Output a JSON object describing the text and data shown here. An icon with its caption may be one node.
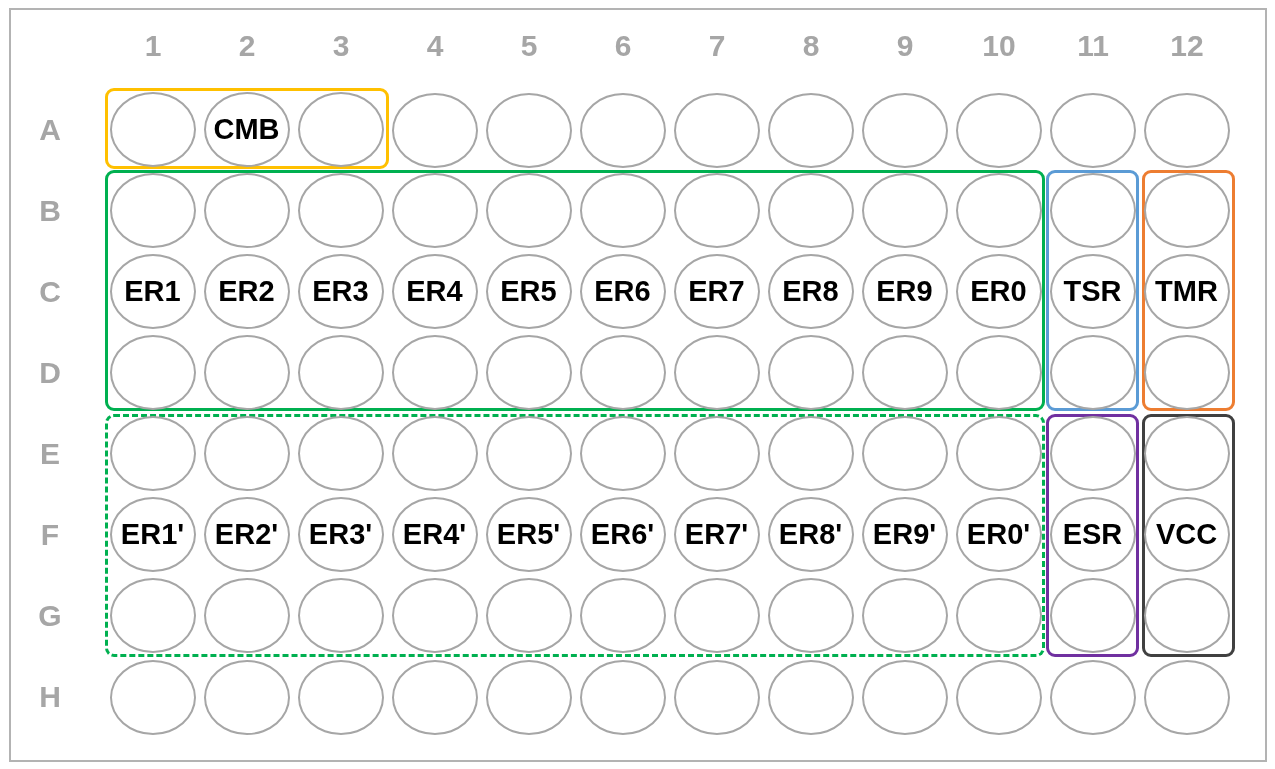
{
  "diagram": {
    "nodes": [
      {
        "text": [],
        "shape": "box"
      },
      {
        "text": [],
        "shape": "circle",
        "in": 0
      },
      {
        "text": [
          "CMB"
        ],
        "in": 0
      },
      {
        "text": [],
        "shape": "circle",
        "in": 0
      },
      {
        "text": [],
        "shape": "circle"
      },
      {
        "text": [],
        "shape": "circle"
      },
      {
        "text": [],
        "shape": "circle"
      },
      {
        "text": [],
        "shape": "circle"
      },
      {
        "text": [],
        "shape": "circle"
      },
      {
        "text": [],
        "shape": "circle"
      },
      {
        "text": [],
        "shape": "circle"
      },
      {
        "text": [],
        "shape": "circle"
      },
      {
        "text": [],
        "shape": "circle"
      },
      {
        "text": [],
        "shape": "box"
      },
      {
        "text": [],
        "shape": "box"
      },
      {
        "text": [],
        "shape": "box"
      },
      {
        "text": [],
        "shape": "circle",
        "in": 13
      },
      {
        "text": [],
        "shape": "circle",
        "in": 13
      },
      {
        "text": [],
        "shape": "circle",
        "in": 13
      },
      {
        "text": [],
        "shape": "circle",
        "in": 13
      },
      {
        "text": [],
        "shape": "circle",
        "in": 13
      },
      {
        "text": [],
        "shape": "circle",
        "in": 13
      },
      {
        "text": [],
        "shape": "circle",
        "in": 13
      },
      {
        "text": [],
        "shape": "circle",
        "in": 13
      },
      {
        "text": [],
        "shape": "circle",
        "in": 13
      },
      {
        "text": [],
        "shape": "circle",
        "in": 13
      },
      {
        "text": [],
        "shape": "circle",
        "in": 14
      },
      {
        "text": [],
        "shape": "circle",
        "in": 15
      },
      {
        "text": [
          "ER1"
        ],
        "in": 13
      },
      {
        "text": [
          "ER2"
        ],
        "in": 13
      },
      {
        "text": [
          "ER3"
        ],
        "in": 13
      },
      {
        "text": [
          "ER4"
        ],
        "in": 13
      },
      {
        "text": [
          "ER5"
        ],
        "in": 13
      },
      {
        "text": [
          "ER6"
        ],
        "in": 13
      },
      {
        "text": [
          "ER7"
        ],
        "in": 13
      },
      {
        "text": [
          "ER8"
        ],
        "in": 13
      },
      {
        "text": [
          "ER9"
        ],
        "in": 13
      },
      {
        "text": [
          "ER0"
        ],
        "in": 13
      },
      {
        "text": [
          "TSR"
        ],
        "in": 14
      },
      {
        "text": [
          "TMR"
        ],
        "in": 15
      },
      {
        "text": [],
        "shape": "circle",
        "in": 13
      },
      {
        "text": [],
        "shape": "circle",
        "in": 13
      },
      {
        "text": [],
        "shape": "circle",
        "in": 13
      },
      {
        "text": [],
        "shape": "circle",
        "in": 13
      },
      {
        "text": [],
        "shape": "circle",
        "in": 13
      },
      {
        "text": [],
        "shape": "circle",
        "in": 13
      },
      {
        "text": [],
        "shape": "circle",
        "in": 13
      },
      {
        "text": [],
        "shape": "circle",
        "in": 13
      },
      {
        "text": [],
        "shape": "circle",
        "in": 13
      },
      {
        "text": [],
        "shape": "circle",
        "in": 13
      },
      {
        "text": [],
        "shape": "circle",
        "in": 14
      },
      {
        "text": [],
        "shape": "circle",
        "in": 15
      },
      {
        "text": [],
        "shape": "box"
      },
      {
        "text": [],
        "shape": "box"
      },
      {
        "text": [],
        "shape": "box"
      },
      {
        "text": [],
        "shape": "circle",
        "in": 52
      },
      {
        "text": [],
        "shape": "circle",
        "in": 52
      },
      {
        "text": [],
        "shape": "circle",
        "in": 52
      },
      {
        "text": [],
        "shape": "circle",
        "in": 52
      },
      {
        "text": [],
        "shape": "circle",
        "in": 52
      },
      {
        "text": [],
        "shape": "circle",
        "in": 52
      },
      {
        "text": [],
        "shape": "circle",
        "in": 52
      },
      {
        "text": [],
        "shape": "circle",
        "in": 52
      },
      {
        "text": [],
        "shape": "circle",
        "in": 52
      },
      {
        "text": [],
        "shape": "circle",
        "in": 52
      },
      {
        "text": [],
        "shape": "circle",
        "in": 53
      },
      {
        "text": [],
        "shape": "circle",
        "in": 54
      },
      {
        "text": [
          "ER1'"
        ],
        "in": 52
      },
      {
        "text": [
          "ER2'"
        ],
        "in": 52
      },
      {
        "text": [
          "ER3'"
        ],
        "in": 52
      },
      {
        "text": [
          "ER4'"
        ],
        "in": 52
      },
      {
        "text": [
          "ER5'"
        ],
        "in": 52
      },
      {
        "text": [
          "ER6'"
        ],
        "in": 52
      },
      {
        "text": [
          "ER7'"
        ],
        "in": 52
      },
      {
        "text": [
          "ER8'"
        ],
        "in": 52
      },
      {
        "text": [
          "ER9'"
        ],
        "in": 52
      },
      {
        "text": [
          "ER0'"
        ],
        "in": 52
      },
      {
        "text": [
          "ESR"
        ],
        "in": 53
      },
      {
        "text": [
          "VCC"
        ],
        "in": 54
      },
      {
        "text": [],
        "shape": "circle",
        "in": 52
      },
      {
        "text": [],
        "shape": "circle",
        "in": 52
      },
      {
        "text": [],
        "shape": "circle",
        "in": 52
      },
      {
        "text": [],
        "shape": "circle",
        "in": 52
      },
      {
        "text": [],
        "shape": "circle",
        "in": 52
      },
      {
        "text": [],
        "shape": "circle",
        "in": 52
      },
      {
        "text": [],
        "shape": "circle",
        "in": 52
      },
      {
        "text": [],
        "shape": "circle",
        "in": 52
      },
      {
        "text": [],
        "shape": "circle",
        "in": 52
      },
      {
        "text": [],
        "shape": "circle",
        "in": 52
      },
      {
        "text": [],
        "shape": "circle",
        "in": 53
      },
      {
        "text": [],
        "shape": "circle",
        "in": 54
      },
      {
        "text": [],
        "shape": "circle"
      },
      {
        "text": [],
        "shape": "circle"
      },
      {
        "text": [],
        "shape": "circle"
      },
      {
        "text": [],
        "shape": "circle"
      },
      {
        "text": [],
        "shape": "circle"
      },
      {
        "text": [],
        "shape": "circle"
      },
      {
        "text": [],
        "shape": "circle"
      },
      {
        "text": [],
        "shape": "circle"
      },
      {
        "text": [],
        "shape": "circle"
      },
      {
        "text": [],
        "shape": "circle"
      },
      {
        "text": [],
        "shape": "circle"
      },
      {
        "text": [],
        "shape": "circle"
      }
    ],
    "labels": [
      "1",
      "2",
      "3",
      "4",
      "5",
      "6",
      "7",
      "8",
      "9",
      "10",
      "11",
      "12",
      "A",
      "B",
      "C",
      "D",
      "E",
      "F",
      "G",
      "H"
    ]
  }
}
